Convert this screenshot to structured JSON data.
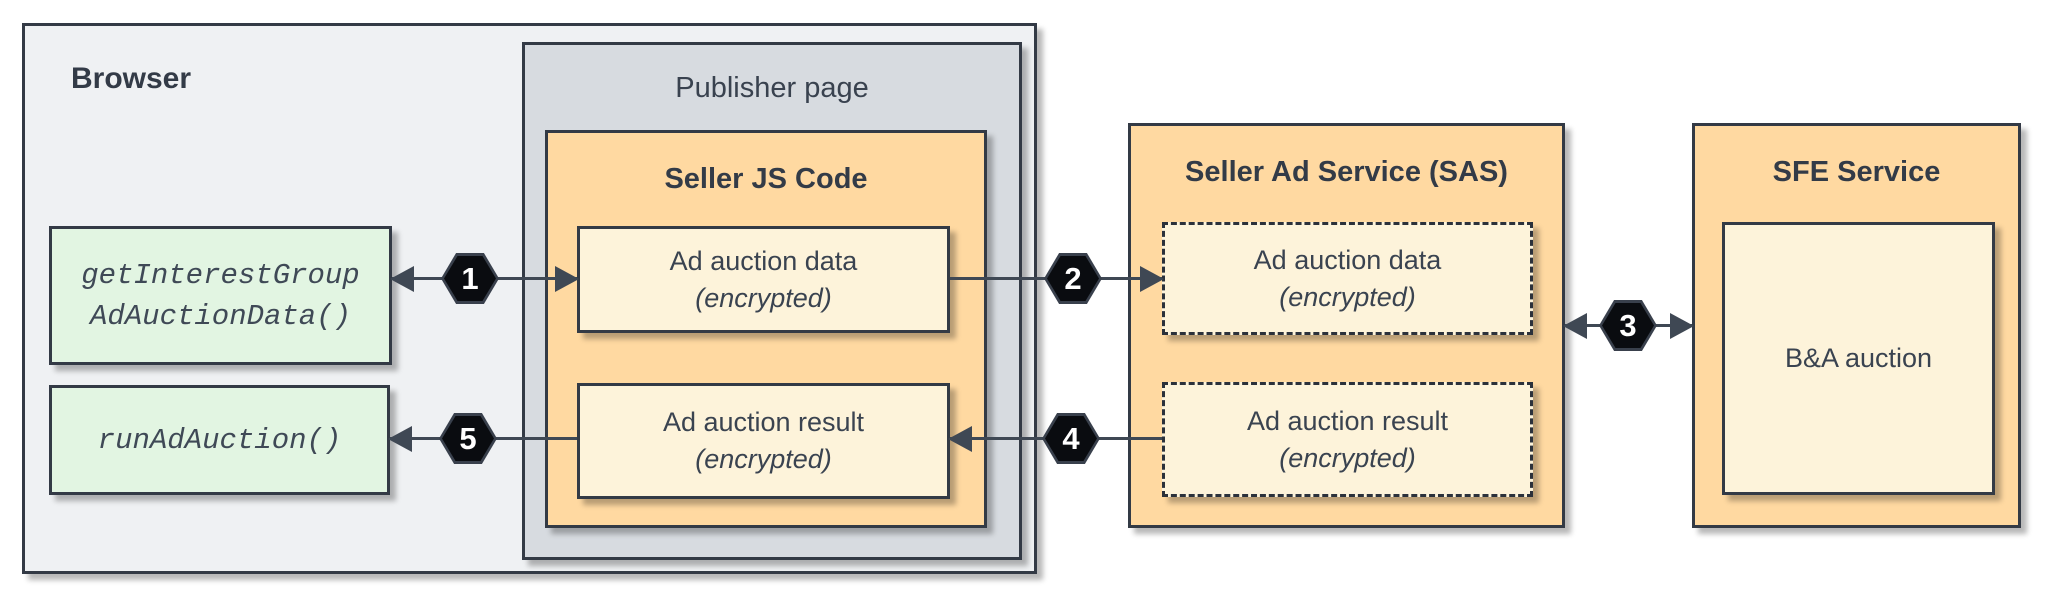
{
  "diagram": {
    "browser": {
      "label": "Browser"
    },
    "publisher_page": {
      "label": "Publisher page"
    },
    "browser_api_boxes": [
      {
        "line1": "getInterestGroup",
        "line2": "AdAuctionData()"
      },
      {
        "line1": "runAdAuction()"
      }
    ],
    "seller_js": {
      "title": "Seller JS Code",
      "boxes": [
        {
          "label": "Ad auction data",
          "sublabel": "(encrypted)"
        },
        {
          "label": "Ad auction result",
          "sublabel": "(encrypted)"
        }
      ]
    },
    "sas": {
      "title": "Seller Ad Service (SAS)",
      "boxes": [
        {
          "label": "Ad auction data",
          "sublabel": "(encrypted)"
        },
        {
          "label": "Ad auction result",
          "sublabel": "(encrypted)"
        }
      ]
    },
    "sfe": {
      "title": "SFE Service",
      "box": {
        "label": "B&A auction"
      }
    },
    "connectors": [
      {
        "number": "1",
        "direction": "bidirectional"
      },
      {
        "number": "2",
        "direction": "right"
      },
      {
        "number": "3",
        "direction": "bidirectional"
      },
      {
        "number": "4",
        "direction": "left"
      },
      {
        "number": "5",
        "direction": "left"
      }
    ],
    "colors": {
      "browser_bg": "#eff1f3",
      "publisher_bg": "#d7dbe0",
      "service_panel_orange": "#ffd9a1",
      "data_box_cream": "#fdf3da",
      "api_box_green": "#e2f5e2",
      "border_dark": "#333a45",
      "hexagon_fill": "#0a0c10",
      "hexagon_text": "#ffffff",
      "arrow": "#3f4854",
      "text": "#3a4350"
    }
  }
}
